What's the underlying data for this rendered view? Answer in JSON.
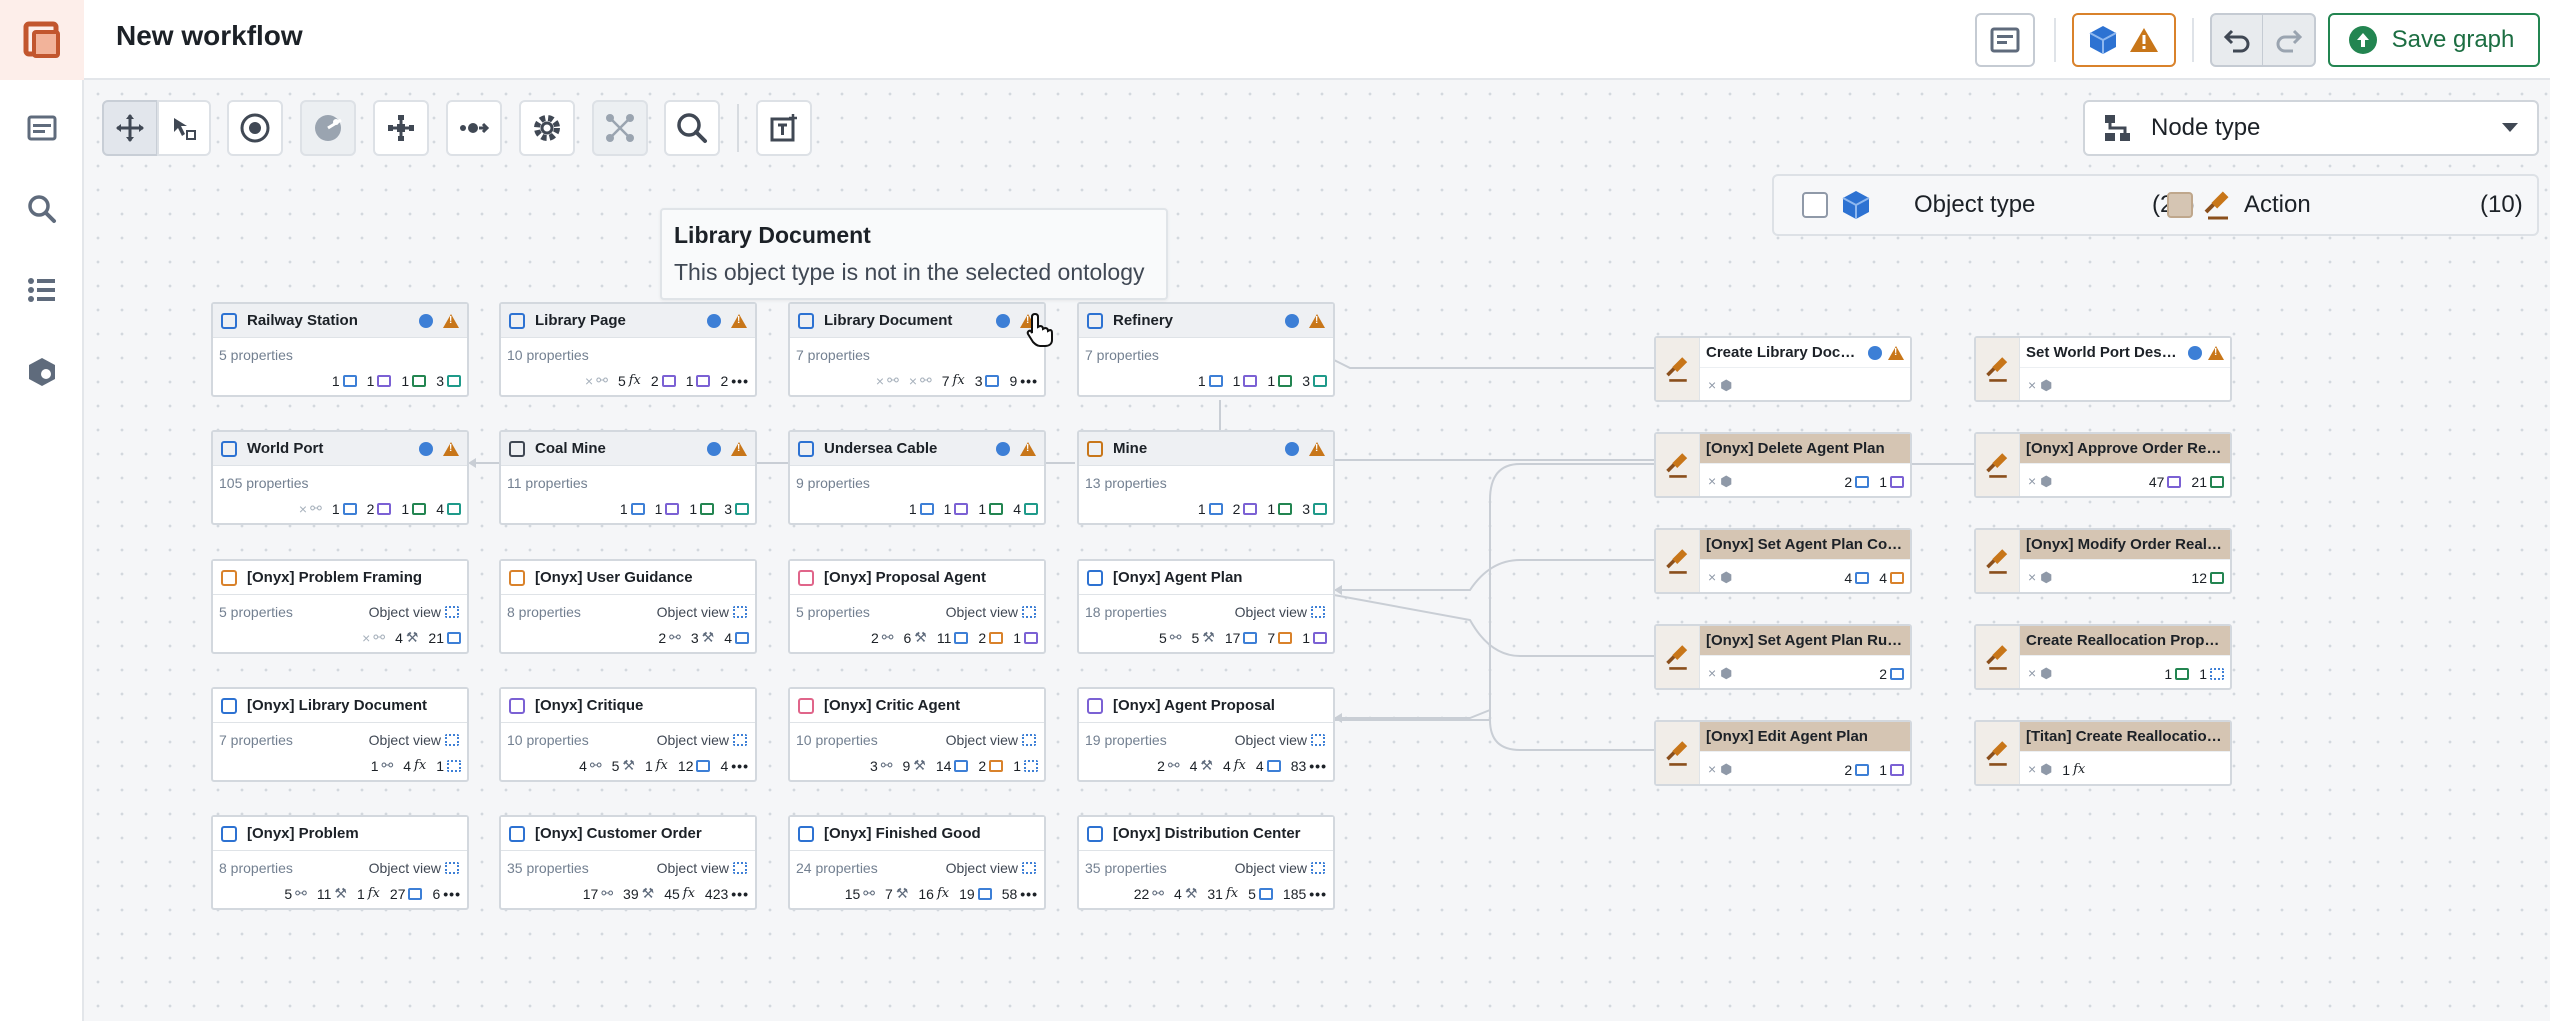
{
  "header": {
    "title": "New workflow",
    "save_label": "Save graph"
  },
  "dropdown": {
    "label": "Node type"
  },
  "legend": {
    "object_label": "Object type",
    "object_count": "(20)",
    "action_label": "Action",
    "action_count": "(10)"
  },
  "tooltip": {
    "title": "Library Document",
    "body": "This object type is not in the selected ontology"
  },
  "nodes": [
    {
      "title": "Railway Station",
      "meta": "5 properties",
      "warn": true
    },
    {
      "title": "Library Page",
      "meta": "10 properties",
      "warn": true
    },
    {
      "title": "Library Document",
      "meta": "7 properties",
      "warn": true
    },
    {
      "title": "Refinery",
      "meta": "7 properties",
      "warn": true
    },
    {
      "title": "World Port",
      "meta": "105 properties",
      "warn": true
    },
    {
      "title": "Coal Mine",
      "meta": "11 properties",
      "warn": true
    },
    {
      "title": "Undersea Cable",
      "meta": "9 properties",
      "warn": true
    },
    {
      "title": "Mine",
      "meta": "13 properties",
      "warn": true
    },
    {
      "title": "[Onyx] Problem Framing",
      "meta": "5 properties",
      "ov": "Object view"
    },
    {
      "title": "[Onyx] User Guidance",
      "meta": "8 properties",
      "ov": "Object view"
    },
    {
      "title": "[Onyx] Proposal Agent",
      "meta": "5 properties",
      "ov": "Object view"
    },
    {
      "title": "[Onyx] Agent Plan",
      "meta": "18 properties",
      "ov": "Object view"
    },
    {
      "title": "[Onyx] Library Document",
      "meta": "7 properties",
      "ov": "Object view"
    },
    {
      "title": "[Onyx] Critique",
      "meta": "10 properties",
      "ov": "Object view"
    },
    {
      "title": "[Onyx] Critic Agent",
      "meta": "10 properties",
      "ov": "Object view"
    },
    {
      "title": "[Onyx] Agent Proposal",
      "meta": "19 properties",
      "ov": "Object view"
    },
    {
      "title": "[Onyx] Problem",
      "meta": "8 properties",
      "ov": "Object view"
    },
    {
      "title": "[Onyx] Customer Order",
      "meta": "35 properties",
      "ov": "Object view"
    },
    {
      "title": "[Onyx] Finished Good",
      "meta": "24 properties",
      "ov": "Object view"
    },
    {
      "title": "[Onyx] Distribution Center",
      "meta": "35 properties",
      "ov": "Object view"
    }
  ],
  "node_stats": [
    [
      [
        "1",
        "b"
      ],
      [
        "1",
        "p"
      ],
      [
        "1",
        "g"
      ],
      [
        "3",
        "t"
      ]
    ],
    [
      [
        "×",
        "x"
      ],
      [
        "5",
        "fx"
      ],
      [
        "2",
        "p"
      ],
      [
        "1",
        "p"
      ],
      [
        "2",
        "d"
      ]
    ],
    [
      [
        "×",
        "x"
      ],
      [
        "×",
        "x"
      ],
      [
        "7",
        "fx"
      ],
      [
        "3",
        "b"
      ],
      [
        "9",
        "d"
      ]
    ],
    [
      [
        "1",
        "b"
      ],
      [
        "1",
        "p"
      ],
      [
        "1",
        "g"
      ],
      [
        "3",
        "t"
      ]
    ],
    [
      [
        "×",
        "x"
      ],
      [
        "1",
        "b"
      ],
      [
        "2",
        "p"
      ],
      [
        "1",
        "g"
      ],
      [
        "4",
        "t"
      ]
    ],
    [
      [
        "1",
        "b"
      ],
      [
        "1",
        "p"
      ],
      [
        "1",
        "g"
      ],
      [
        "3",
        "t"
      ]
    ],
    [
      [
        "1",
        "b"
      ],
      [
        "1",
        "p"
      ],
      [
        "1",
        "g"
      ],
      [
        "4",
        "t"
      ]
    ],
    [
      [
        "1",
        "b"
      ],
      [
        "2",
        "p"
      ],
      [
        "1",
        "g"
      ],
      [
        "3",
        "t"
      ]
    ],
    [
      [
        "×",
        "x"
      ],
      [
        "4",
        "a"
      ],
      [
        "21",
        "b"
      ]
    ],
    [
      [
        "2",
        "l"
      ],
      [
        "3",
        "a"
      ],
      [
        "4",
        "b"
      ]
    ],
    [
      [
        "2",
        "l"
      ],
      [
        "6",
        "a"
      ],
      [
        "11",
        "b"
      ],
      [
        "2",
        "o"
      ],
      [
        "1",
        "p"
      ]
    ],
    [
      [
        "5",
        "l"
      ],
      [
        "5",
        "a"
      ],
      [
        "17",
        "b"
      ],
      [
        "7",
        "o"
      ],
      [
        "1",
        "p"
      ]
    ],
    [
      [
        "1",
        "l"
      ],
      [
        "4",
        "fx"
      ],
      [
        "1",
        "v"
      ]
    ],
    [
      [
        "4",
        "l"
      ],
      [
        "5",
        "a"
      ],
      [
        "1",
        "fx"
      ],
      [
        "12",
        "b"
      ],
      [
        "4",
        "d"
      ]
    ],
    [
      [
        "3",
        "l"
      ],
      [
        "9",
        "a"
      ],
      [
        "14",
        "b"
      ],
      [
        "2",
        "o"
      ],
      [
        "1",
        "v"
      ]
    ],
    [
      [
        "2",
        "l"
      ],
      [
        "4",
        "a"
      ],
      [
        "4",
        "fx"
      ],
      [
        "4",
        "b"
      ],
      [
        "83",
        "d"
      ]
    ],
    [
      [
        "5",
        "l"
      ],
      [
        "11",
        "a"
      ],
      [
        "1",
        "fx"
      ],
      [
        "27",
        "b"
      ],
      [
        "6",
        "d"
      ]
    ],
    [
      [
        "17",
        "l"
      ],
      [
        "39",
        "a"
      ],
      [
        "45",
        "fx"
      ],
      [
        "423",
        "d"
      ]
    ],
    [
      [
        "15",
        "l"
      ],
      [
        "7",
        "a"
      ],
      [
        "16",
        "fx"
      ],
      [
        "19",
        "b"
      ],
      [
        "58",
        "d"
      ]
    ],
    [
      [
        "22",
        "l"
      ],
      [
        "4",
        "a"
      ],
      [
        "31",
        "fx"
      ],
      [
        "5",
        "b"
      ],
      [
        "185",
        "d"
      ]
    ]
  ],
  "actions": [
    {
      "title": "Create Library Docume...",
      "warn": true,
      "stats": [],
      "hl": false
    },
    {
      "title": "Set World Port Descript...",
      "warn": true,
      "stats": [],
      "hl": false
    },
    {
      "title": "[Onyx] Delete Agent Plan",
      "stats": [
        [
          "2",
          "b"
        ],
        [
          "1",
          "p"
        ]
      ],
      "hl": true
    },
    {
      "title": "[Onyx] Approve Order Realloc...",
      "stats": [
        [
          "47",
          "p"
        ],
        [
          "21",
          "g"
        ]
      ],
      "hl": true
    },
    {
      "title": "[Onyx] Set Agent Plan Comple...",
      "stats": [
        [
          "4",
          "b"
        ],
        [
          "4",
          "o"
        ]
      ],
      "hl": true
    },
    {
      "title": "[Onyx] Modify Order Reallocat...",
      "stats": [
        [
          "12",
          "g"
        ]
      ],
      "hl": true
    },
    {
      "title": "[Onyx] Set Agent Plan Runs Re...",
      "stats": [
        [
          "2",
          "b"
        ]
      ],
      "hl": true
    },
    {
      "title": "Create Reallocation Proposal",
      "stats": [
        [
          "1",
          "g"
        ],
        [
          "1",
          "v"
        ]
      ],
      "hl": true
    },
    {
      "title": "[Onyx] Edit Agent Plan",
      "stats": [
        [
          "2",
          "b"
        ],
        [
          "1",
          "p"
        ]
      ],
      "hl": true
    },
    {
      "title": "[Titan] Create Reallocation Pr...",
      "stats": [
        [
          "1",
          "fx"
        ]
      ],
      "hl": true
    }
  ],
  "icons": {
    "rail": [
      "logo-icon",
      "workflow-icon",
      "search-icon",
      "list-icon",
      "ontology-icon"
    ],
    "toolbar": [
      "move-icon",
      "select-icon",
      "target-icon",
      "radar-icon",
      "layout-icon",
      "path-icon",
      "settings-icon",
      "cluster-icon",
      "zoom-icon",
      "add-text-icon"
    ]
  },
  "colors": {
    "accent": "#238551",
    "warning": "#c87619",
    "object": "#3d7fd6",
    "action_header": "#d5c5b3"
  }
}
